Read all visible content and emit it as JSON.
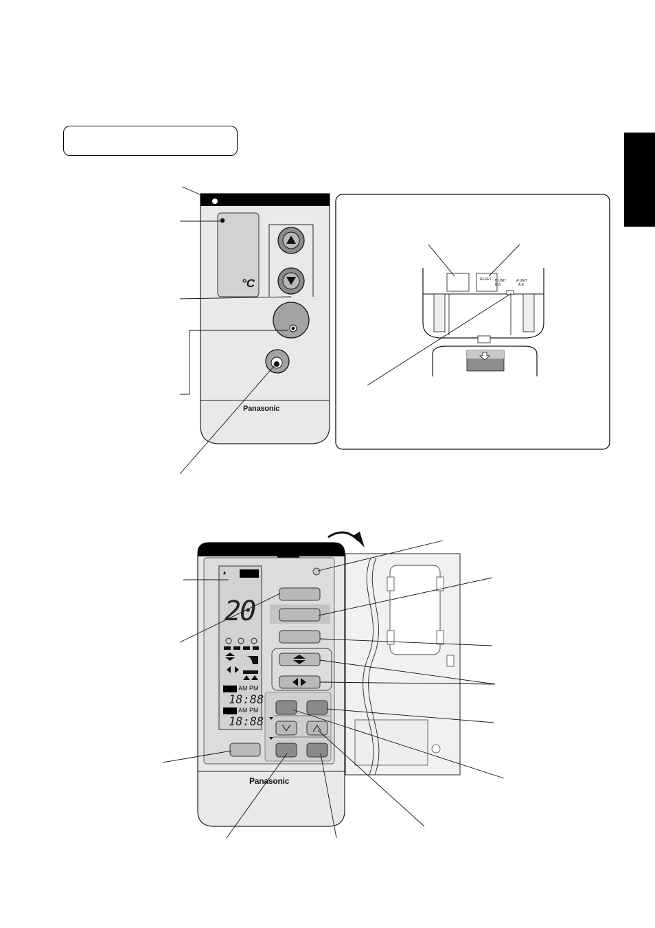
{
  "page": {
    "heading_box_text": ""
  },
  "top_remote": {
    "brand": "Panasonic",
    "temp_unit": "°C",
    "buttons": [
      "temp-up",
      "temp-down",
      "main",
      "small"
    ]
  },
  "battery_inset": {
    "switch_labels": {
      "reset": "RESET",
      "b_unit": "B UNIT",
      "b_unit_sub": "B B",
      "a_unit": "A UNIT",
      "a_unit_sub": "A B"
    }
  },
  "bottom_remote": {
    "brand": "Panasonic",
    "display": {
      "temperature": "20",
      "timer1_ampm": "AM PM",
      "timer1_time": "18:88",
      "timer2_ampm": "AM PM",
      "timer2_time": "18:88"
    }
  },
  "colors": {
    "remote_body": "#e9e9e9",
    "display_bg": "#d2d2d2",
    "button": "#b9b9b9",
    "button_dark": "#8a8a8a",
    "tab": "#000000"
  },
  "icons": [
    "up-arrow-icon",
    "down-arrow-icon",
    "curved-arrow-icon",
    "fan-icon",
    "swing-updown-icon",
    "swing-leftright-icon"
  ]
}
